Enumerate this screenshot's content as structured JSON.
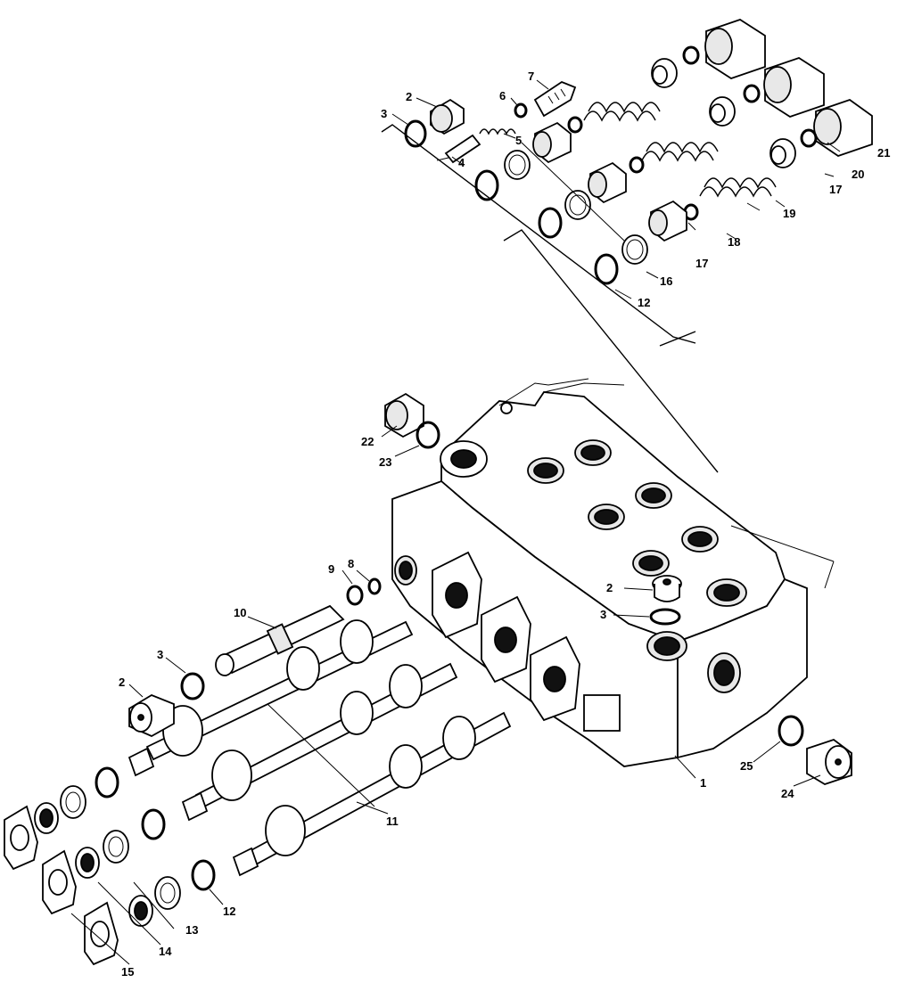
{
  "callouts": {
    "c1": "1",
    "c2a": "2",
    "c2b": "2",
    "c2c": "2",
    "c3a": "3",
    "c3b": "3",
    "c3c": "3",
    "c4": "4",
    "c5": "5",
    "c6": "6",
    "c7": "7",
    "c8": "8",
    "c9": "9",
    "c10": "10",
    "c11": "11",
    "c12a": "12",
    "c12b": "12",
    "c13": "13",
    "c14": "14",
    "c15": "15",
    "c16": "16",
    "c17a": "17",
    "c17b": "17",
    "c18": "18",
    "c19": "19",
    "c20": "20",
    "c21": "21",
    "c22": "22",
    "c23": "23",
    "c24": "24",
    "c25": "25"
  }
}
